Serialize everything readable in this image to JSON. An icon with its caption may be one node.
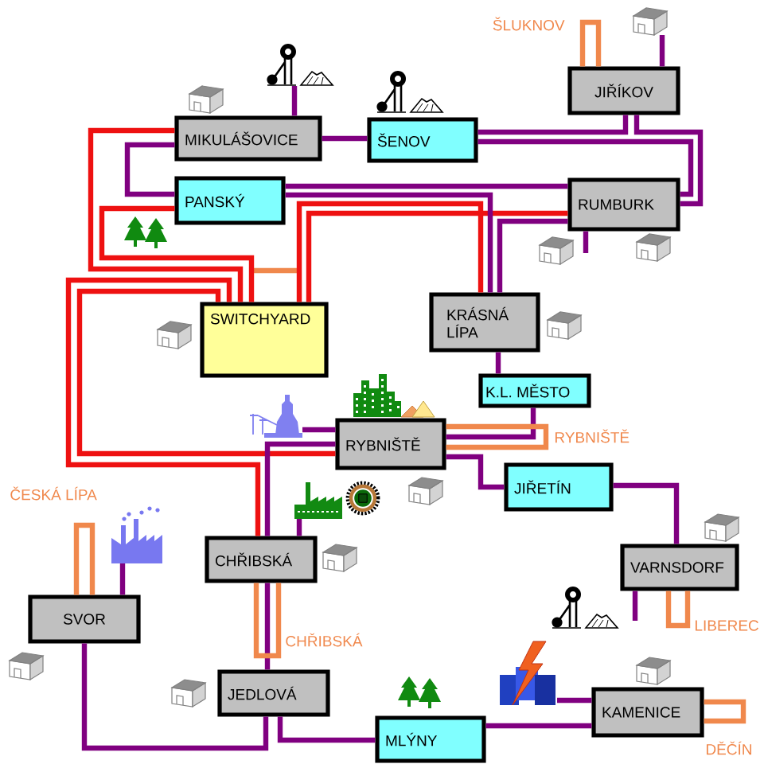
{
  "diagram": {
    "nodes": [
      {
        "text": [],
        "shape": "picture"
      },
      {
        "text": [
          "JIŘÍKOV"
        ]
      },
      {
        "text": [],
        "shape": "picture"
      },
      {
        "text": [
          "MIKULÁŠOVICE"
        ]
      },
      {
        "text": [
          "ŠENOV"
        ]
      },
      {
        "text": [
          "PANSKÝ"
        ]
      },
      {
        "text": [
          "RUMBURK"
        ]
      },
      {
        "text": [
          "SWITCHYARD"
        ]
      },
      {
        "text": [
          "KRÁSNÁ LÍPA"
        ]
      },
      {
        "text": [
          "K.L. MĚSTO"
        ]
      },
      {
        "text": [],
        "shape": "picture"
      },
      {
        "text": [
          "RYBNIŠTĚ"
        ]
      },
      {
        "text": [
          "JIŘETÍN"
        ]
      },
      {
        "text": [],
        "shape": "picture"
      },
      {
        "text": [],
        "shape": "picture"
      },
      {
        "text": [
          "CHŘIBSKÁ"
        ]
      },
      {
        "text": [
          "VARNSDORF"
        ]
      },
      {
        "text": [
          "SVOR"
        ]
      },
      {
        "text": [],
        "shape": "picture"
      },
      {
        "text": [
          "JEDLOVÁ"
        ]
      },
      {
        "text": [
          "KAMENICE"
        ]
      },
      {
        "text": [
          "MLÝNY"
        ]
      }
    ],
    "edges": [
      {
        "from": 3,
        "to": 7,
        "arrow": "none",
        "color": "#ee1111"
      },
      {
        "from": 5,
        "to": 7,
        "arrow": "none",
        "color": "#ee1111"
      },
      {
        "from": 7,
        "to": 6,
        "arrow": "none",
        "color": "#ee1111"
      },
      {
        "from": 7,
        "to": 8,
        "arrow": "none",
        "color": "#ee1111"
      },
      {
        "from": 7,
        "to": 11,
        "arrow": "none",
        "color": "#ee1111"
      },
      {
        "from": 7,
        "to": 15,
        "arrow": "none",
        "color": "#ee1111"
      },
      {
        "from": 3,
        "to": 2,
        "arrow": "none"
      },
      {
        "from": 1,
        "to": 0,
        "arrow": "none"
      },
      {
        "from": 3,
        "to": 4,
        "arrow": "none"
      },
      {
        "from": 3,
        "to": 5,
        "arrow": "none"
      },
      {
        "from": 4,
        "to": 1,
        "arrow": "none"
      },
      {
        "from": 4,
        "to": 6,
        "arrow": "none"
      },
      {
        "from": 1,
        "to": 6,
        "arrow": "none"
      },
      {
        "from": 5,
        "to": 6,
        "arrow": "none"
      },
      {
        "from": 5,
        "to": 8,
        "arrow": "none"
      },
      {
        "from": 6,
        "to": 8,
        "arrow": "none"
      },
      {
        "from": 6,
        "to": null,
        "arrow": "none"
      },
      {
        "from": 8,
        "to": 9,
        "arrow": "none"
      },
      {
        "from": 9,
        "to": 11,
        "arrow": "none"
      },
      {
        "from": 11,
        "to": 10,
        "arrow": "none"
      },
      {
        "from": 11,
        "to": 12,
        "arrow": "none"
      },
      {
        "from": 11,
        "to": 15,
        "arrow": "none"
      },
      {
        "from": 12,
        "to": 16,
        "arrow": "none"
      },
      {
        "from": 15,
        "to": 13,
        "arrow": "none"
      },
      {
        "from": 16,
        "to": null,
        "arrow": "none"
      },
      {
        "from": 15,
        "to": 19,
        "arrow": "none"
      },
      {
        "from": 17,
        "to": 14,
        "arrow": "none"
      },
      {
        "from": 17,
        "to": 19,
        "arrow": "none"
      },
      {
        "from": 19,
        "to": 21,
        "arrow": "none"
      },
      {
        "from": 21,
        "to": 20,
        "arrow": "none"
      },
      {
        "from": 20,
        "to": 18,
        "arrow": "none"
      },
      {
        "from": 1,
        "to": 1,
        "arrow": "none",
        "color": "#f0884c",
        "label": "ŠLUKNOV"
      },
      {
        "from": 11,
        "to": 11,
        "arrow": "none",
        "color": "#f0884c",
        "label": "RYBNIŠTĚ"
      },
      {
        "from": 17,
        "to": 17,
        "arrow": "none",
        "color": "#f0884c",
        "label": "ČESKÁ LÍPA"
      },
      {
        "from": 15,
        "to": 15,
        "arrow": "none",
        "color": "#f0884c",
        "label": "CHŘIBSKÁ"
      },
      {
        "from": 16,
        "to": 16,
        "arrow": "none",
        "color": "#f0884c",
        "label": "LIBEREC"
      },
      {
        "from": 20,
        "to": 20,
        "arrow": "none",
        "color": "#f0884c",
        "label": "DĚČÍN"
      }
    ]
  }
}
